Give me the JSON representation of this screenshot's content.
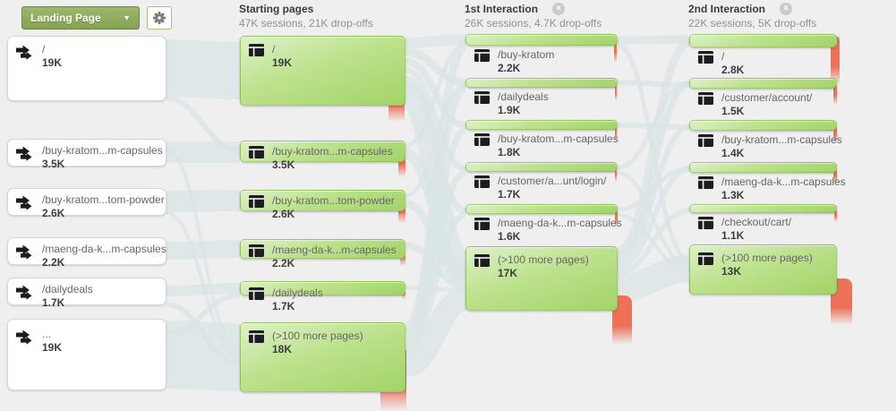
{
  "toolbar": {
    "dimension_selector": {
      "value": "Landing Page"
    }
  },
  "columns": [
    {
      "name": "landing-page-dimension",
      "nodes": [
        {
          "label": "/",
          "count": "19K"
        },
        {
          "label": "/buy-kratom...m-capsules",
          "count": "3.5K"
        },
        {
          "label": "/buy-kratom...tom-powder",
          "count": "2.6K"
        },
        {
          "label": "/maeng-da-k...m-capsules",
          "count": "2.2K"
        },
        {
          "label": "/dailydeals",
          "count": "1.7K"
        },
        {
          "label": "...",
          "count": "19K"
        }
      ]
    },
    {
      "title": "Starting pages",
      "subtitle": "47K sessions, 21K drop-offs",
      "nodes": [
        {
          "label": "/",
          "count": "19K"
        },
        {
          "label": "/buy-kratom...m-capsules",
          "count": "3.5K"
        },
        {
          "label": "/buy-kratom...tom-powder",
          "count": "2.6K"
        },
        {
          "label": "/maeng-da-k...m-capsules",
          "count": "2.2K"
        },
        {
          "label": "/dailydeals",
          "count": "1.7K"
        },
        {
          "label": "(>100 more pages)",
          "count": "18K"
        }
      ]
    },
    {
      "title": "1st Interaction",
      "subtitle": "26K sessions, 4.7K drop-offs",
      "closable": true,
      "nodes": [
        {
          "label": "/buy-kratom",
          "count": "2.2K"
        },
        {
          "label": "/dailydeals",
          "count": "1.9K"
        },
        {
          "label": "/buy-kratom...m-capsules",
          "count": "1.8K"
        },
        {
          "label": "/customer/a...unt/login/",
          "count": "1.7K"
        },
        {
          "label": "/maeng-da-k...m-capsules",
          "count": "1.6K"
        },
        {
          "label": "(>100 more pages)",
          "count": "17K"
        }
      ]
    },
    {
      "title": "2nd Interaction",
      "subtitle": "22K sessions, 5K drop-offs",
      "closable": true,
      "nodes": [
        {
          "label": "/",
          "count": "2.8K"
        },
        {
          "label": "/customer/account/",
          "count": "1.5K"
        },
        {
          "label": "/buy-kratom...m-capsules",
          "count": "1.4K"
        },
        {
          "label": "/maeng-da-k...m-capsules",
          "count": "1.3K"
        },
        {
          "label": "/checkout/cart/",
          "count": "1.1K"
        },
        {
          "label": "(>100 more pages)",
          "count": "13K"
        }
      ]
    }
  ],
  "icons": {
    "dropdown_caret": "▼",
    "close_glyph": "×",
    "dropoff_arrow": "⇓"
  },
  "colors": {
    "node_green_light": "#ddf1c8",
    "node_green_dark": "#a2d368",
    "dropoff_red": "#ee7258",
    "ribbon": "#d9e4e6",
    "dropdown_green": "#93ad61"
  }
}
